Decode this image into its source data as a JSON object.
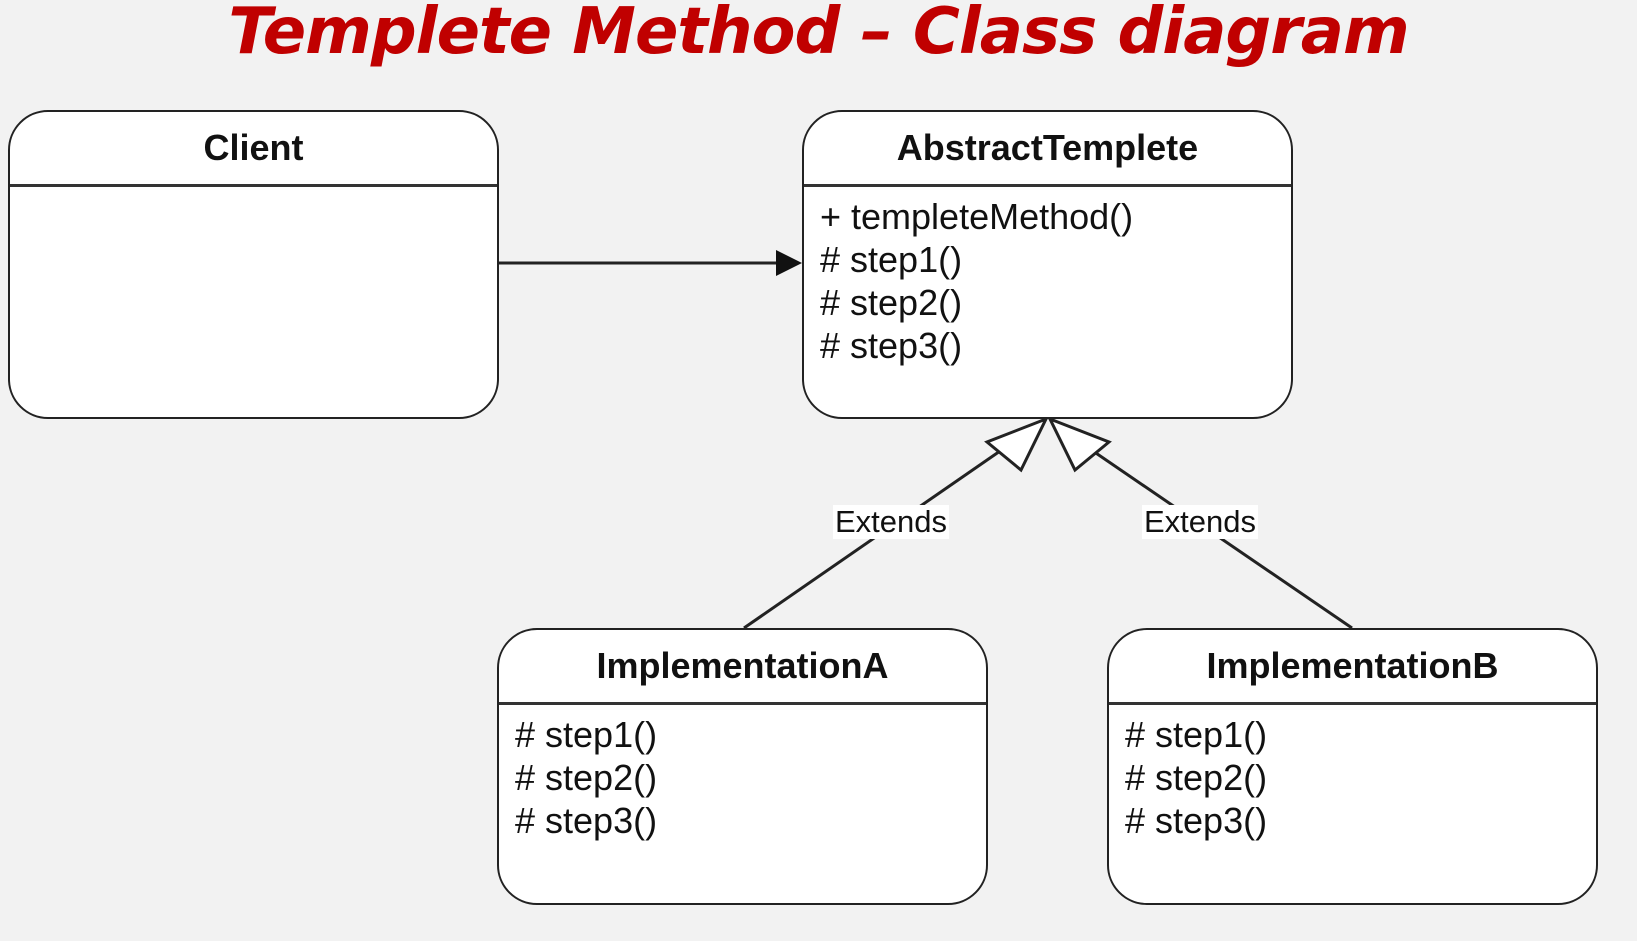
{
  "title": "Templete Method – Class diagram",
  "classes": {
    "client": {
      "name": "Client",
      "members": []
    },
    "abstract_template": {
      "name": "AbstractTemplete",
      "members": [
        "+ templeteMethod()",
        "# step1()",
        "# step2()",
        "# step3()"
      ]
    },
    "implementation_a": {
      "name": "ImplementationA",
      "members": [
        "# step1()",
        "# step2()",
        "# step3()"
      ]
    },
    "implementation_b": {
      "name": "ImplementationB",
      "members": [
        "# step1()",
        "# step2()",
        "# step3()"
      ]
    }
  },
  "relations": [
    {
      "from": "Client",
      "to": "AbstractTemplete",
      "type": "association",
      "label": ""
    },
    {
      "from": "ImplementationA",
      "to": "AbstractTemplete",
      "type": "generalization",
      "label": "Extends"
    },
    {
      "from": "ImplementationB",
      "to": "AbstractTemplete",
      "type": "generalization",
      "label": "Extends"
    }
  ],
  "colors": {
    "title": "#c00000",
    "background": "#f2f2f2",
    "box_fill": "#ffffff",
    "stroke": "#222222"
  }
}
